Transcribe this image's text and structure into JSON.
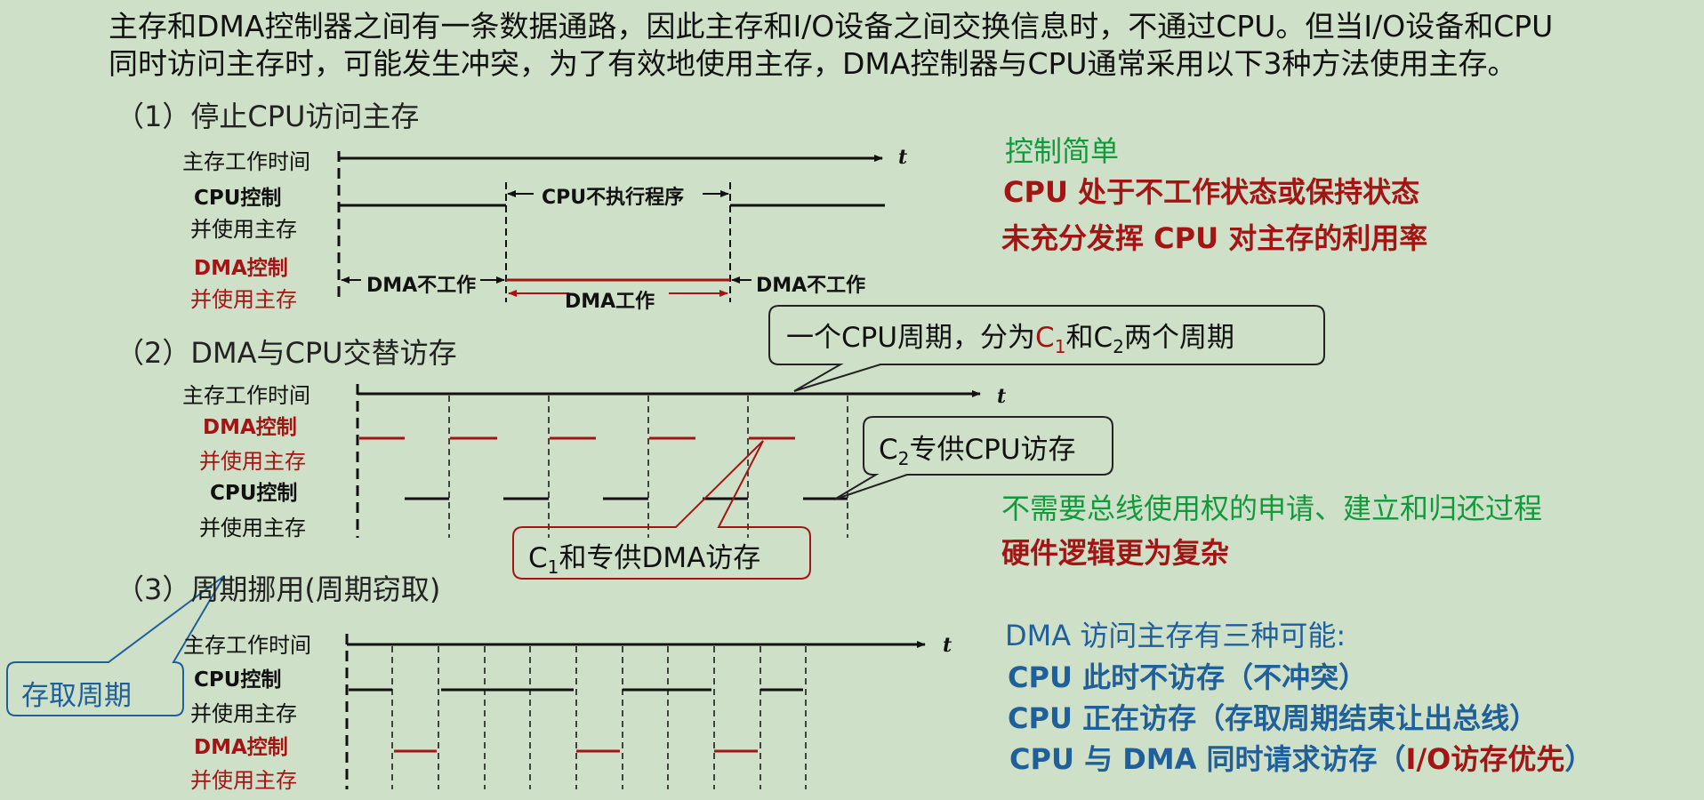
{
  "intro": {
    "line1": "主存和DMA控制器之间有一条数据通路，因此主存和I/O设备之间交换信息时，不通过CPU。但当I/O设备和CPU",
    "line2": "同时访问主存时，可能发生冲突，为了有效地使用主存，DMA控制器与CPU通常采用以下3种方法使用主存。"
  },
  "method1": {
    "title": "（1）停止CPU访问主存",
    "mem_time": "主存工作时间",
    "cpu_label_1": "CPU控制",
    "cpu_label_2": "并使用主存",
    "dma_label_1": "DMA控制",
    "dma_label_2": "并使用主存",
    "cpu_idle": "CPU不执行程序",
    "dma_idle_left": "DMA不工作",
    "dma_idle_right": "DMA不工作",
    "dma_work": "DMA工作",
    "t": "t",
    "notes": [
      "控制简单",
      "CPU 处于不工作状态或保持状态",
      "未充分发挥 CPU 对主存的利用率"
    ]
  },
  "method2": {
    "title": "（2）DMA与CPU交替访存",
    "mem_time": "主存工作时间",
    "dma_label_1": "DMA控制",
    "dma_label_2": "并使用主存",
    "cpu_label_1": "CPU控制",
    "cpu_label_2": "并使用主存",
    "t": "t",
    "callout_cycle": {
      "prefix": "一个CPU周期，分为",
      "c1": "C",
      "c1_sub": "1",
      "mid": "和",
      "c2": "C",
      "c2_sub": "2",
      "suffix": "两个周期"
    },
    "callout_c2": {
      "c": "C",
      "sub": "2",
      "text": "专供CPU访存"
    },
    "callout_c1": {
      "c": "C",
      "sub": "1",
      "text": "和专供DMA访存"
    },
    "notes": [
      "不需要总线使用权的申请、建立和归还过程",
      "硬件逻辑更为复杂"
    ]
  },
  "method3": {
    "title": "（3）周期挪用(周期窃取)",
    "mem_time": "主存工作时间",
    "cpu_label_1": "CPU控制",
    "cpu_label_2": "并使用主存",
    "dma_label_1": "DMA控制",
    "dma_label_2": "并使用主存",
    "t": "t",
    "callout_access": "存取周期",
    "notes_title": "DMA 访问主存有三种可能:",
    "notes": [
      "CPU 此时不访存（不冲突）",
      "CPU 正在访存（存取周期结束让出总线）"
    ],
    "note3": {
      "prefix": "CPU 与 DMA 同时请求访存（",
      "highlight": "I/O访存优先",
      "suffix": "）"
    }
  },
  "colors": {
    "background": "#cfe0c8",
    "red": "#a31515",
    "green": "#119a3c",
    "blue": "#1f5f9a"
  }
}
